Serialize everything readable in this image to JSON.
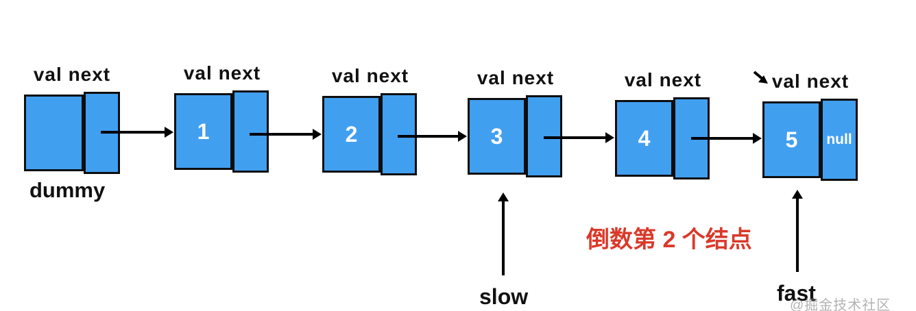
{
  "diagram": {
    "title_semantics": "singly linked list with dummy head and slow/fast pointers",
    "colors": {
      "node_fill": "#419FF0",
      "node_border": "#0d0d0d",
      "annotation_red": "#D9392A",
      "background": "#FFFFFF",
      "watermark_gray": "#9A9A9A"
    },
    "nodes": [
      {
        "header": "val next",
        "value": "",
        "next": "",
        "caption": "dummy"
      },
      {
        "header": "val next",
        "value": "1",
        "next": ""
      },
      {
        "header": "val next",
        "value": "2",
        "next": ""
      },
      {
        "header": "val next",
        "value": "3",
        "next": ""
      },
      {
        "header": "val next",
        "value": "4",
        "next": ""
      },
      {
        "header": "val next",
        "value": "5",
        "next": "null"
      }
    ],
    "pointers": [
      {
        "label": "slow",
        "points_to_node_value": "3"
      },
      {
        "label": "fast",
        "points_to_node_value": "5"
      }
    ],
    "annotation": {
      "text": "倒数第 2 个结点"
    },
    "watermark": "@掘金技术社区",
    "icons": {
      "cursor": "mouse-cursor-icon"
    }
  }
}
